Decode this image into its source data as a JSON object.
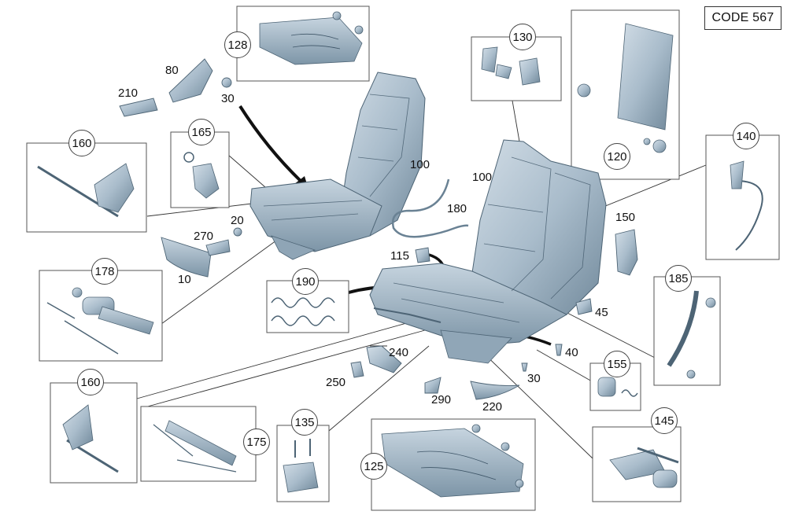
{
  "code_label": "CODE 567",
  "part_numbers": {
    "p80": "80",
    "p210": "210",
    "p30a": "30",
    "p100a": "100",
    "p100b": "100",
    "p180": "180",
    "p20": "20",
    "p270": "270",
    "p10": "10",
    "p115": "115",
    "p150": "150",
    "p45": "45",
    "p40": "40",
    "p240": "240",
    "p250": "250",
    "p30b": "30",
    "p290": "290",
    "p220": "220"
  },
  "callouts": {
    "c128": "128",
    "c130": "130",
    "c120": "120",
    "c140": "140",
    "c160a": "160",
    "c165": "165",
    "c178": "178",
    "c190": "190",
    "c185": "185",
    "c155": "155",
    "c160b": "160",
    "c175": "175",
    "c135": "135",
    "c125": "125",
    "c145": "145"
  },
  "colors": {
    "part_fill": "#a9bccb",
    "part_dark": "#6f8799",
    "part_light": "#d3dee7",
    "line": "#333333",
    "box_border": "#555555"
  }
}
